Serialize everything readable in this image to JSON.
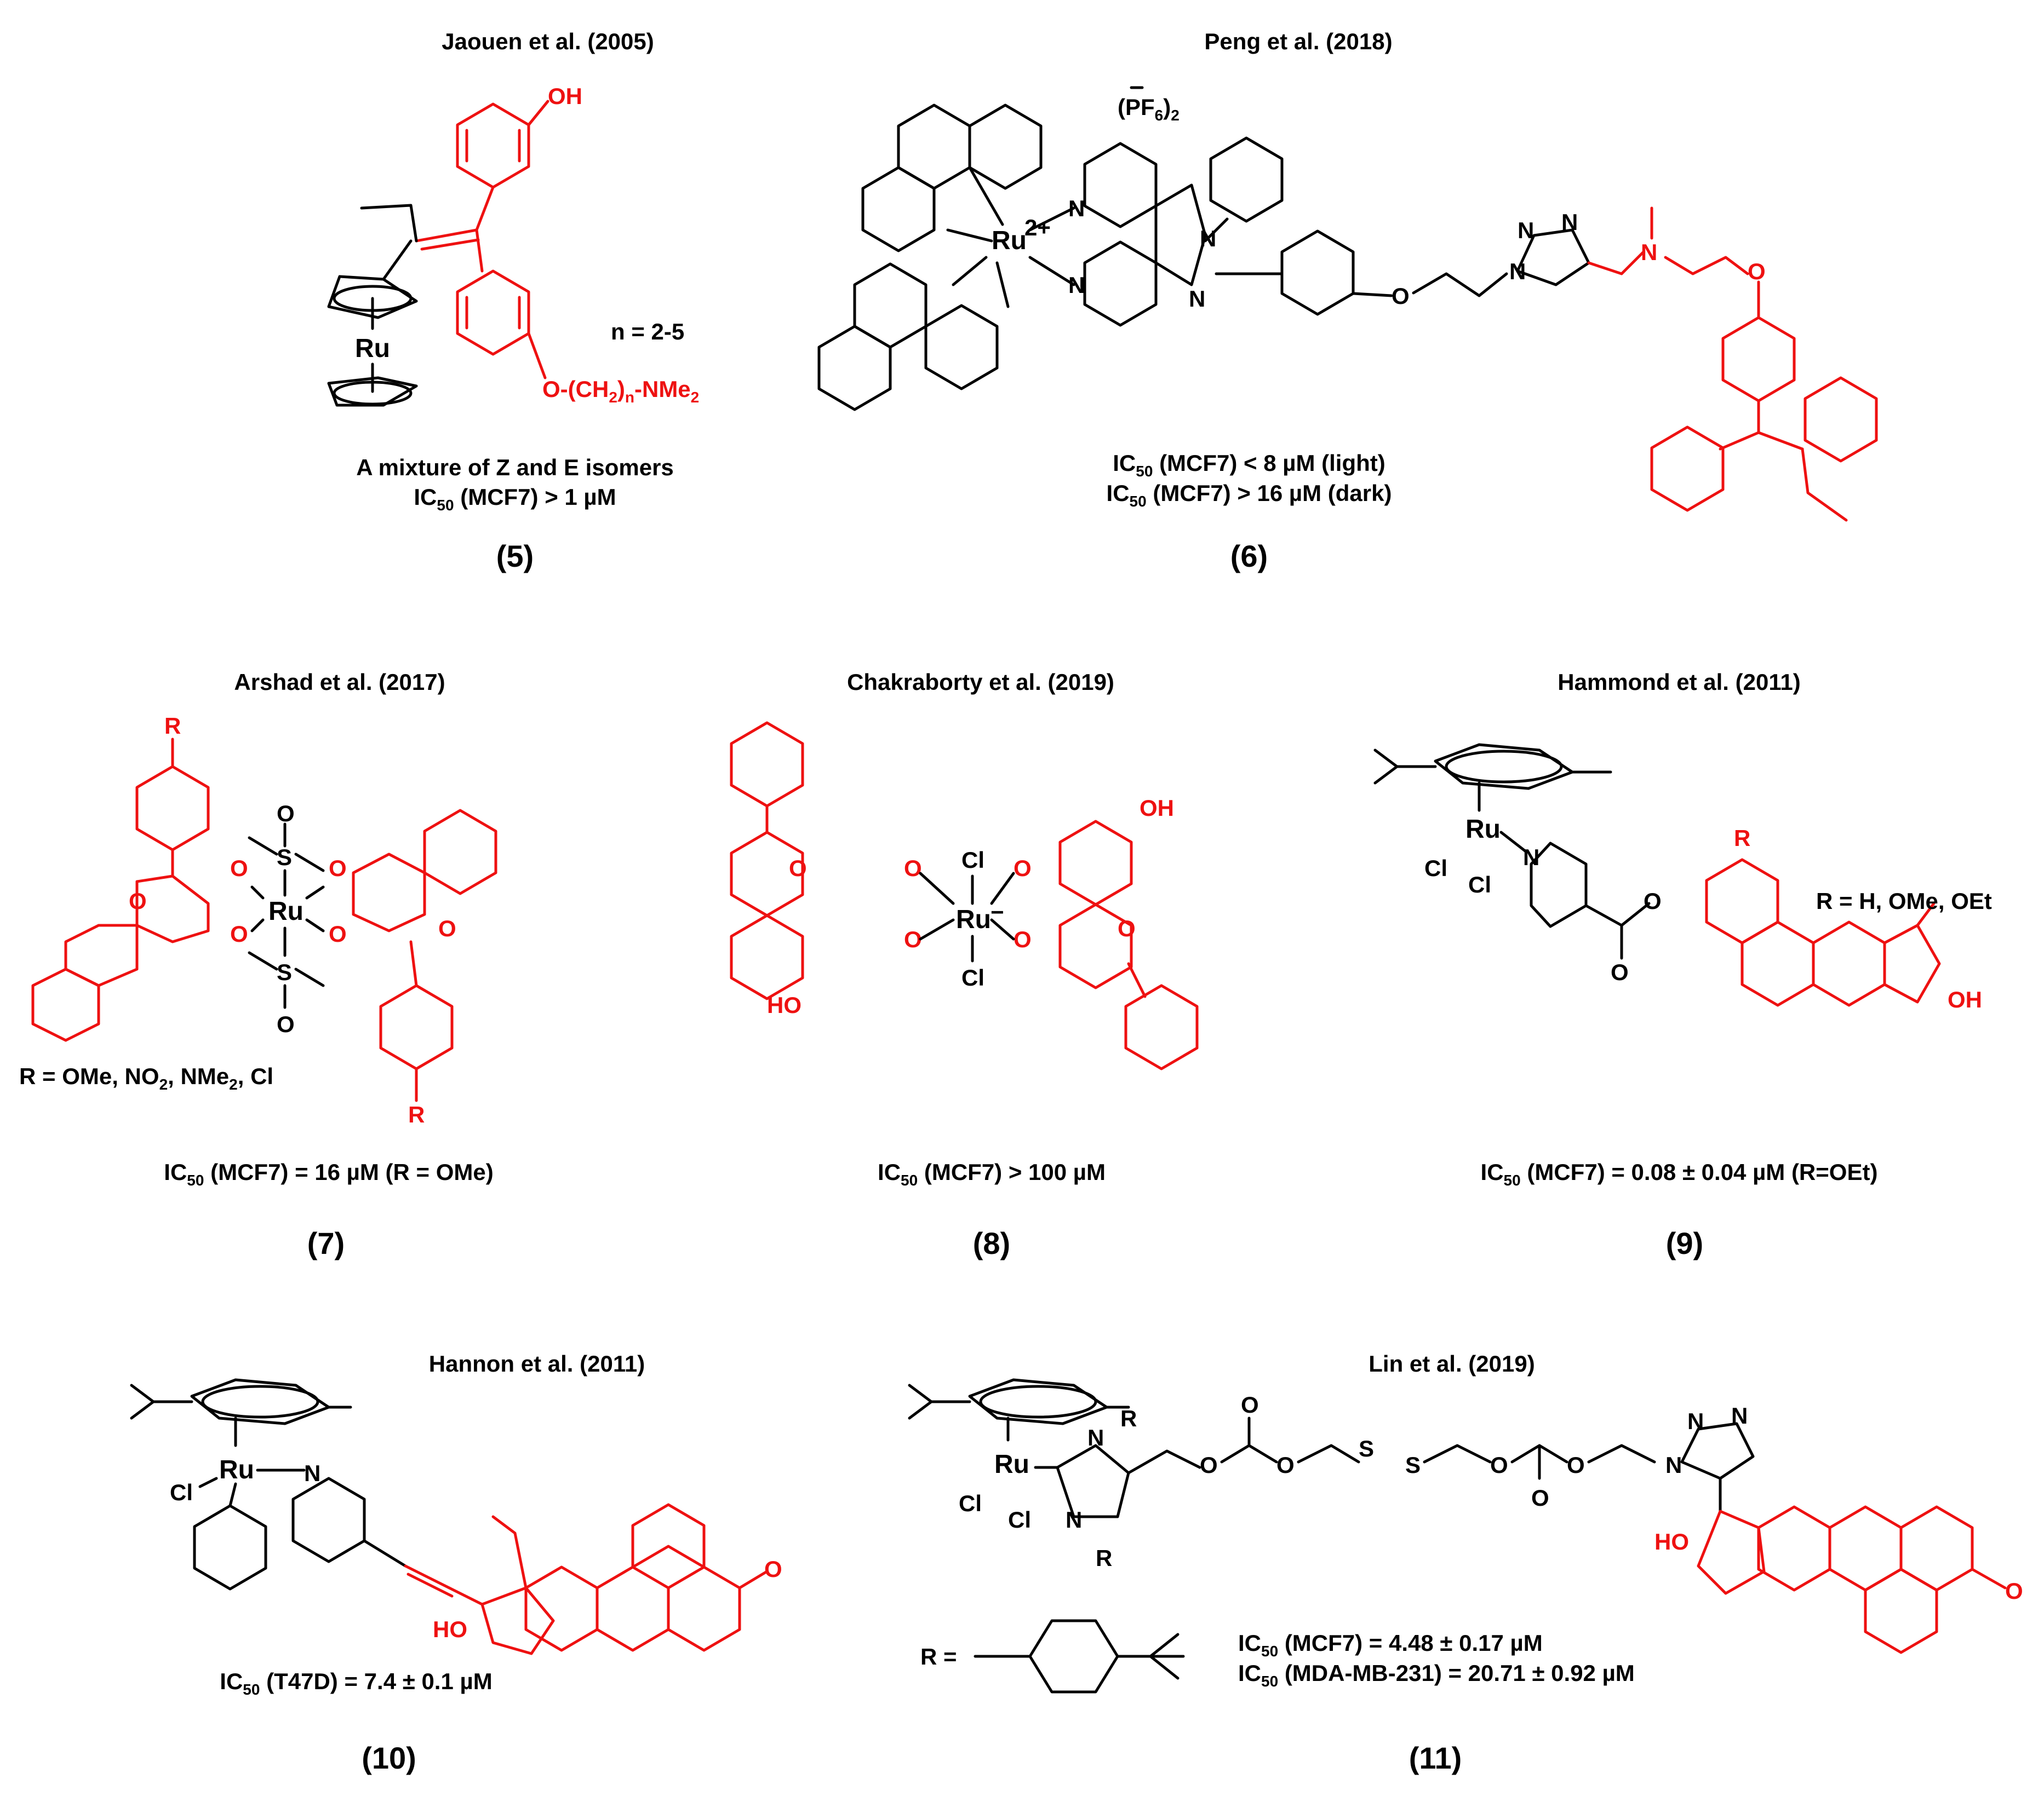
{
  "compounds": [
    {
      "id": "5",
      "number": "(5)",
      "author": "Jaouen et al. (2005)",
      "note": "n = 2-5",
      "chain": "O-(CH",
      "chain_sub": "2",
      "chain_mid": ")",
      "chain_n": "n",
      "chain_end": "-NMe",
      "chain_end_sub": "2",
      "isomers": "A mixture of Z and E isomers",
      "ic50_lines": [
        {
          "pre": "IC",
          "sub": "50",
          "post": " (MCF7) > 1 µM"
        }
      ]
    },
    {
      "id": "6",
      "number": "(6)",
      "author": "Peng et al. (2018)",
      "charge": "2+",
      "counterion_pre": "(PF",
      "counterion_sub": "6",
      "counterion_post": ")",
      "counterion_count": "2",
      "ic50_lines": [
        {
          "pre": "IC",
          "sub": "50",
          "post": " (MCF7) < 8 µM (light)"
        },
        {
          "pre": "IC",
          "sub": "50",
          "post": " (MCF7) > 16 µM (dark)"
        }
      ]
    },
    {
      "id": "7",
      "number": "(7)",
      "author": "Arshad et al. (2017)",
      "r_def": "R = OMe, NO",
      "r_def_sub": "2",
      "r_def_post": ", NMe",
      "r_def_sub2": "2",
      "r_def_end": ", Cl",
      "ic50_lines": [
        {
          "pre": "IC",
          "sub": "50",
          "post": " (MCF7) = 16 µM (R = OMe)"
        }
      ]
    },
    {
      "id": "8",
      "number": "(8)",
      "author": "Chakraborty et al. (2019)",
      "ic50_lines": [
        {
          "pre": "IC",
          "sub": "50",
          "post": " (MCF7) > 100 µM"
        }
      ]
    },
    {
      "id": "9",
      "number": "(9)",
      "author": "Hammond et al. (2011)",
      "r_def": "R = H, OMe, OEt",
      "ic50_lines": [
        {
          "pre": "IC",
          "sub": "50",
          "post": " (MCF7) = 0.08 ± 0.04 µM (R=OEt)"
        }
      ]
    },
    {
      "id": "10",
      "number": "(10)",
      "author": "Hannon et al. (2011)",
      "ic50_lines": [
        {
          "pre": "IC",
          "sub": "50",
          "post": " (T47D) = 7.4 ± 0.1 µM"
        }
      ]
    },
    {
      "id": "11",
      "number": "(11)",
      "author": "Lin et al. (2019)",
      "r_def": "R =",
      "ic50_lines": [
        {
          "pre": "IC",
          "sub": "50",
          "post": " (MCF7) = 4.48 ± 0.17 µM"
        },
        {
          "pre": "IC",
          "sub": "50",
          "post": " (MDA-MB-231) = 20.71 ± 0.92 µM"
        }
      ]
    }
  ],
  "atoms": {
    "ru": "Ru",
    "n": "N",
    "o": "O",
    "s": "S",
    "cl": "Cl",
    "oh": "OH",
    "ho": "HO",
    "r": "R",
    "minus": "−"
  },
  "colors": {
    "core_structure": "#000000",
    "highlight": "#ee1111"
  }
}
